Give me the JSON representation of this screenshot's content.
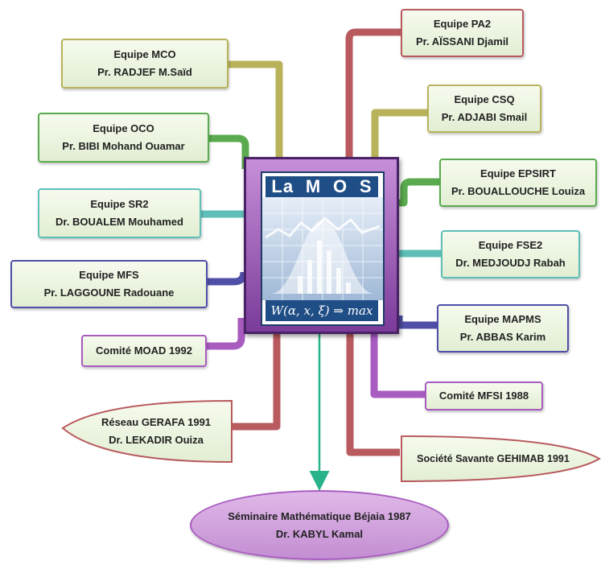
{
  "colors": {
    "olive": "#b8b35a",
    "green": "#5aab4f",
    "teal": "#5fbfb8",
    "indigo": "#4f4fa8",
    "violet": "#a85cc0",
    "crimson": "#b85a5e",
    "arrow": "#28b38a"
  },
  "center": {
    "logo_letters": [
      "La",
      "M",
      "O",
      "S"
    ],
    "formula": "W(α, x, ξ) ⇒ max"
  },
  "nodes": {
    "mco": {
      "title": "Equipe MCO",
      "person": "Pr. RADJEF M.Saïd"
    },
    "oco": {
      "title": "Equipe OCO",
      "person": "Pr. BIBI Mohand Ouamar"
    },
    "sr2": {
      "title": "Equipe SR2",
      "person": "Dr. BOUALEM Mouhamed"
    },
    "mfs": {
      "title": "Equipe MFS",
      "person": "Pr. LAGGOUNE  Radouane"
    },
    "moad": {
      "title": "Comité MOAD 1992"
    },
    "gerafa": {
      "title": "Réseau GERAFA 1991",
      "person": "Dr. LEKADIR Ouiza"
    },
    "pa2": {
      "title": "Equipe PA2",
      "person": "Pr. AÏSSANI Djamil"
    },
    "csq": {
      "title": "Equipe CSQ",
      "person": "Pr. ADJABI Smail"
    },
    "epsirt": {
      "title": "Equipe EPSIRT",
      "person": "Pr. BOUALLOUCHE Louiza"
    },
    "fse2": {
      "title": "Equipe FSE2",
      "person": "Dr. MEDJOUDJ Rabah"
    },
    "mapms": {
      "title": "Equipe MAPMS",
      "person": "Pr. ABBAS Karim"
    },
    "mfsi": {
      "title": "Comité MFSI 1988"
    },
    "gehimab": {
      "title": "Société Savante GEHIMAB 1991"
    },
    "seminaire": {
      "title": "Séminaire Mathématique Béjaia 1987",
      "person": "Dr. KABYL Kamal"
    }
  }
}
